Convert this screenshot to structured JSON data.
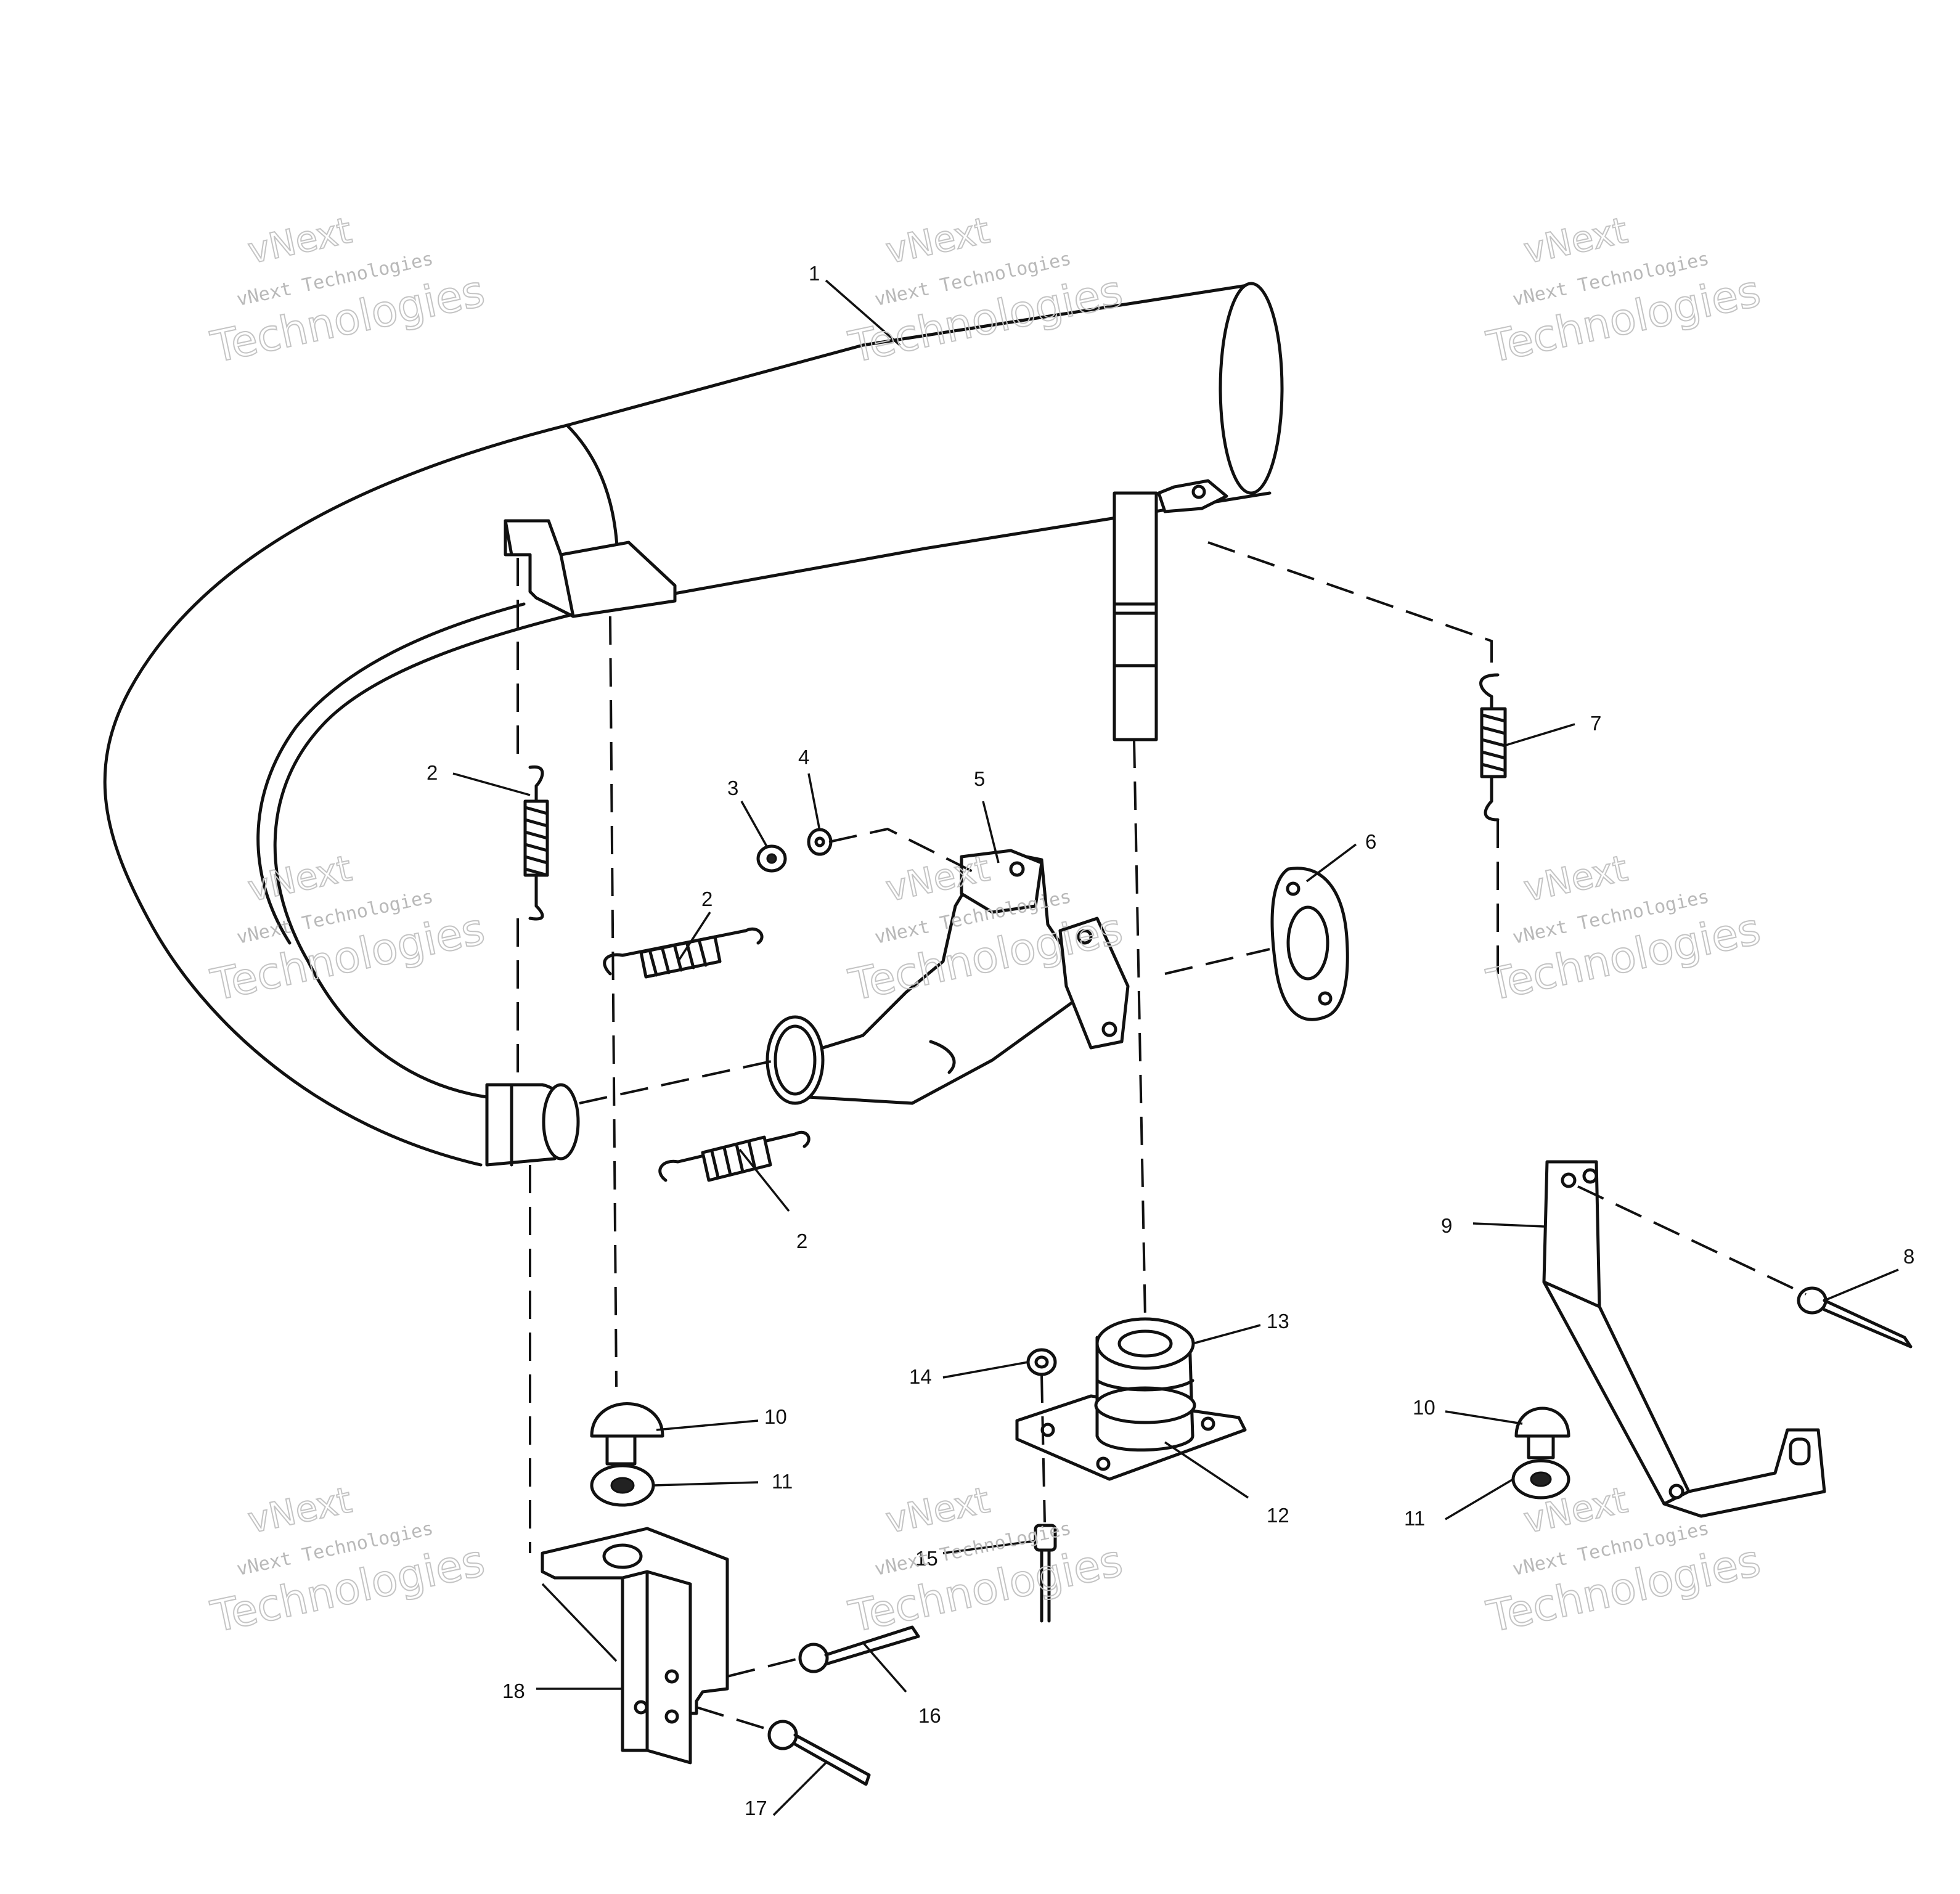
{
  "watermark": {
    "line_top": "vNext",
    "line_mid": "vNext Technologies",
    "line_big": "Technologies"
  },
  "callouts": {
    "c1": "1",
    "c2a": "2",
    "c2b": "2",
    "c2c": "2",
    "c3": "3",
    "c4": "4",
    "c5": "5",
    "c6": "6",
    "c7": "7",
    "c8": "8",
    "c9": "9",
    "c10a": "10",
    "c10b": "10",
    "c11a": "11",
    "c11b": "11",
    "c12": "12",
    "c13": "13",
    "c14": "14",
    "c15": "15",
    "c16": "16",
    "c17": "17",
    "c18": "18"
  }
}
